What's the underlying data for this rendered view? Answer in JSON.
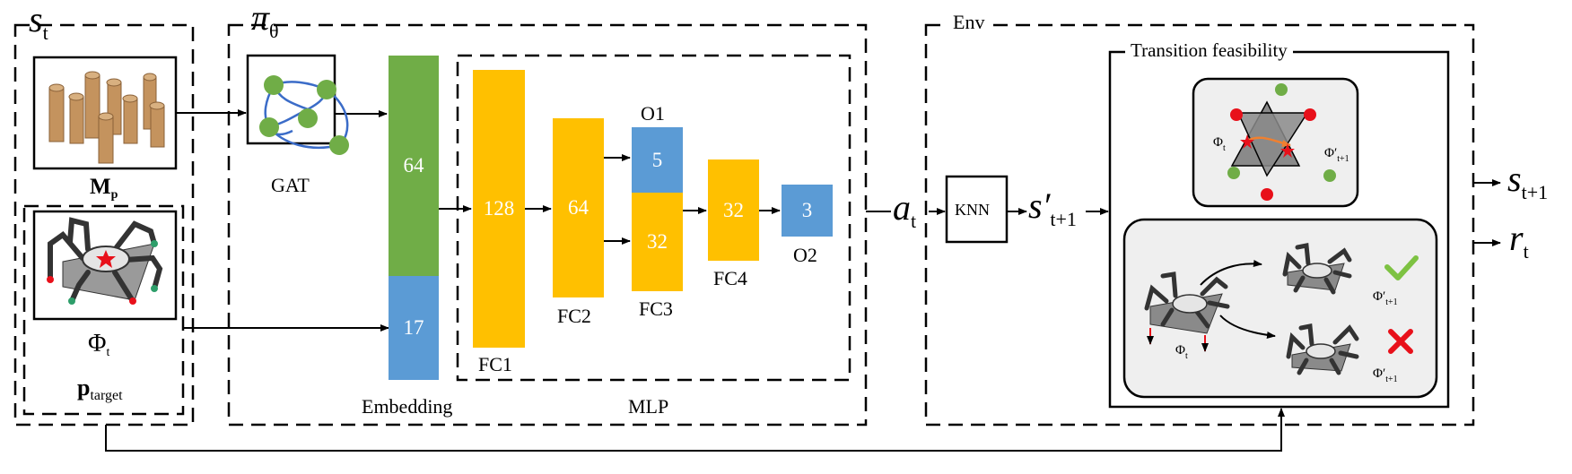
{
  "state": {
    "symbol": "s",
    "subscript": "t",
    "map_label": "M",
    "map_sub": "p",
    "phi_label": "Φ",
    "phi_sub": "t",
    "target_label": "p",
    "target_sub": "target"
  },
  "policy": {
    "symbol": "π",
    "subscript": "θ",
    "gat_label": "GAT",
    "embedding_label": "Embedding",
    "mlp_label": "MLP"
  },
  "blocks": {
    "emb_graph": "64",
    "emb_state": "17",
    "fc1_value": "128",
    "fc1_label": "FC1",
    "fc2_value": "64",
    "fc2_label": "FC2",
    "o1_value": "5",
    "o1_label": "O1",
    "fc3_value": "32",
    "fc3_label": "FC3",
    "fc4_value": "32",
    "fc4_label": "FC4",
    "o2_value": "3",
    "o2_label": "O2"
  },
  "action": {
    "symbol": "a",
    "subscript": "t"
  },
  "env": {
    "label": "Env",
    "knn_label": "KNN",
    "next_state_symbol": "s′",
    "next_state_sub": "t+1",
    "feasibility_title": "Transition feasibility",
    "phi_t": "Φ",
    "phi_t_sub": "t",
    "phi_next": "Φ′",
    "phi_next_sub": "t+1"
  },
  "outputs": {
    "next_state": "s",
    "next_state_sub": "t+1",
    "reward": "r",
    "reward_sub": "t"
  },
  "colors": {
    "green": "#70AD47",
    "blue": "#5B9BD5",
    "yellow": "#FFC000",
    "gray": "#EFEFEF",
    "red": "#E8101A",
    "check": "#7DC242"
  }
}
